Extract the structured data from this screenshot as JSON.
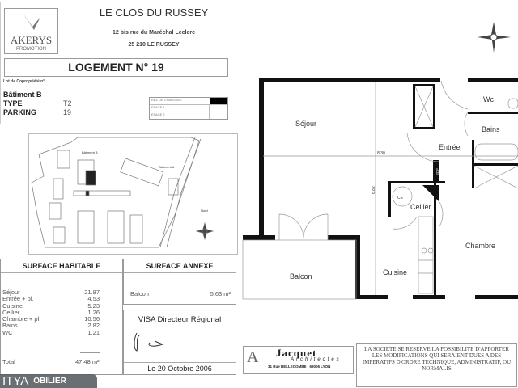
{
  "header": {
    "logo_brand": "AKERYS",
    "logo_sub": "PROMOTION",
    "project_title": "LE CLOS DU RUSSEY",
    "address_line1": "12 bis rue du Maréchal Leclerc",
    "address_line2": "25 210 LE RUSSEY",
    "logement": "LOGEMENT N° 19",
    "lot_label": "Lot de Copropriété n°",
    "batiment": "Bâtiment B",
    "type_label": "TYPE",
    "type_value": "T2",
    "parking_label": "PARKING",
    "parking_value": "19",
    "floors": [
      {
        "label": "REZ DE CHAUSSEE",
        "selected": true
      },
      {
        "label": "ETAGE 1",
        "selected": false
      },
      {
        "label": "ETAGE 2",
        "selected": false
      }
    ]
  },
  "site_plan": {
    "building_b": "Bâtiment B",
    "building_a": "Bâtiment A",
    "north": "Nord"
  },
  "surface_habitable": {
    "title": "SURFACE HABITABLE",
    "rows": [
      {
        "room": "Séjour",
        "area": "21.87"
      },
      {
        "room": "Entrée + pl.",
        "area": "4.53"
      },
      {
        "room": "Cuisine",
        "area": "5.23"
      },
      {
        "room": "Cellier",
        "area": "1.26"
      },
      {
        "room": "Chambre + pl.",
        "area": "10.56"
      },
      {
        "room": "Bains",
        "area": "2.82"
      },
      {
        "room": "WC",
        "area": "1.21"
      }
    ],
    "total_label": "Total",
    "total_value": "47.48 m²"
  },
  "surface_annexe": {
    "title": "SURFACE ANNEXE",
    "room": "Balcon",
    "area": "5.63 m²"
  },
  "visa": {
    "title": "VISA Directeur Régional",
    "date": "Le 20 Octobre 2006"
  },
  "architect": {
    "name": "Jacquet",
    "sub": "Architectes",
    "address": "31 Rue BELLECOMBE - 69006 LYON"
  },
  "disclaimer": [
    "LA SOCIETE SE RESERVE LA POSSIBILITE D'APPORTER",
    "LES MODIFICATIONS QUI SERAIENT DUES A DES",
    "IMPERATIFS D'ORDRE TECHNIQUE, ADMINISTRATIF, OU NORMALIS"
  ],
  "watermark": [
    "ITYA",
    "OBILIER"
  ],
  "plan": {
    "sejour": "Séjour",
    "entree": "Entrée",
    "wc": "Wc",
    "bains": "Bains",
    "cellier": "Cellier",
    "ce": "CE",
    "edf": "EDF",
    "chambre": "Chambre",
    "cuisine": "Cuisine",
    "balcon": "Balcon",
    "dim_width": "8.30",
    "dim_depth": "6.82"
  }
}
